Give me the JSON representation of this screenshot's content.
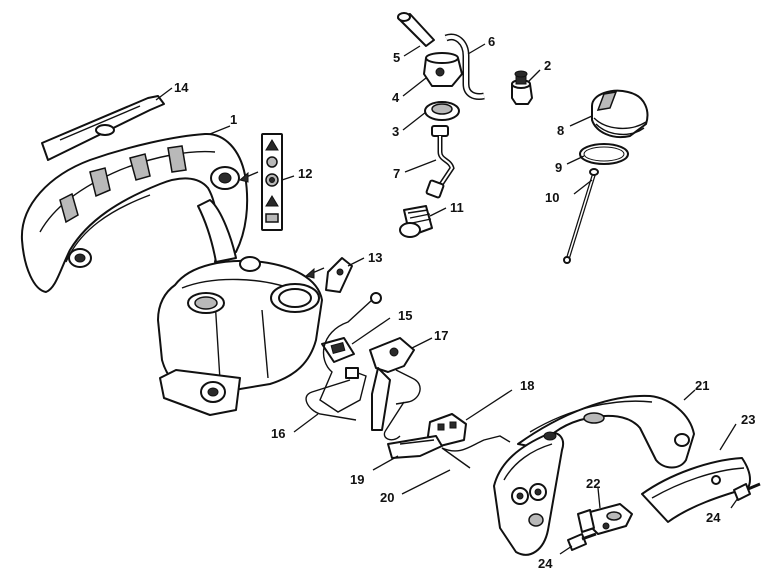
{
  "callouts": [
    {
      "id": "c1",
      "text": "1"
    },
    {
      "id": "c2",
      "text": "2"
    },
    {
      "id": "c3",
      "text": "3"
    },
    {
      "id": "c4",
      "text": "4"
    },
    {
      "id": "c5",
      "text": "5"
    },
    {
      "id": "c6",
      "text": "6"
    },
    {
      "id": "c7",
      "text": "7"
    },
    {
      "id": "c8",
      "text": "8"
    },
    {
      "id": "c9",
      "text": "9"
    },
    {
      "id": "c10",
      "text": "10"
    },
    {
      "id": "c11",
      "text": "11"
    },
    {
      "id": "c12",
      "text": "12"
    },
    {
      "id": "c13",
      "text": "13"
    },
    {
      "id": "c14",
      "text": "14"
    },
    {
      "id": "c15",
      "text": "15"
    },
    {
      "id": "c16",
      "text": "16"
    },
    {
      "id": "c17",
      "text": "17"
    },
    {
      "id": "c18",
      "text": "18"
    },
    {
      "id": "c19",
      "text": "19"
    },
    {
      "id": "c20",
      "text": "20"
    },
    {
      "id": "c21",
      "text": "21"
    },
    {
      "id": "c22",
      "text": "22"
    },
    {
      "id": "c23",
      "text": "23"
    },
    {
      "id": "c24a",
      "text": "24"
    },
    {
      "id": "c24b",
      "text": "24"
    }
  ],
  "colors": {
    "ink": "#111111",
    "shade": "#b9b9b9",
    "paper": "#ffffff"
  }
}
